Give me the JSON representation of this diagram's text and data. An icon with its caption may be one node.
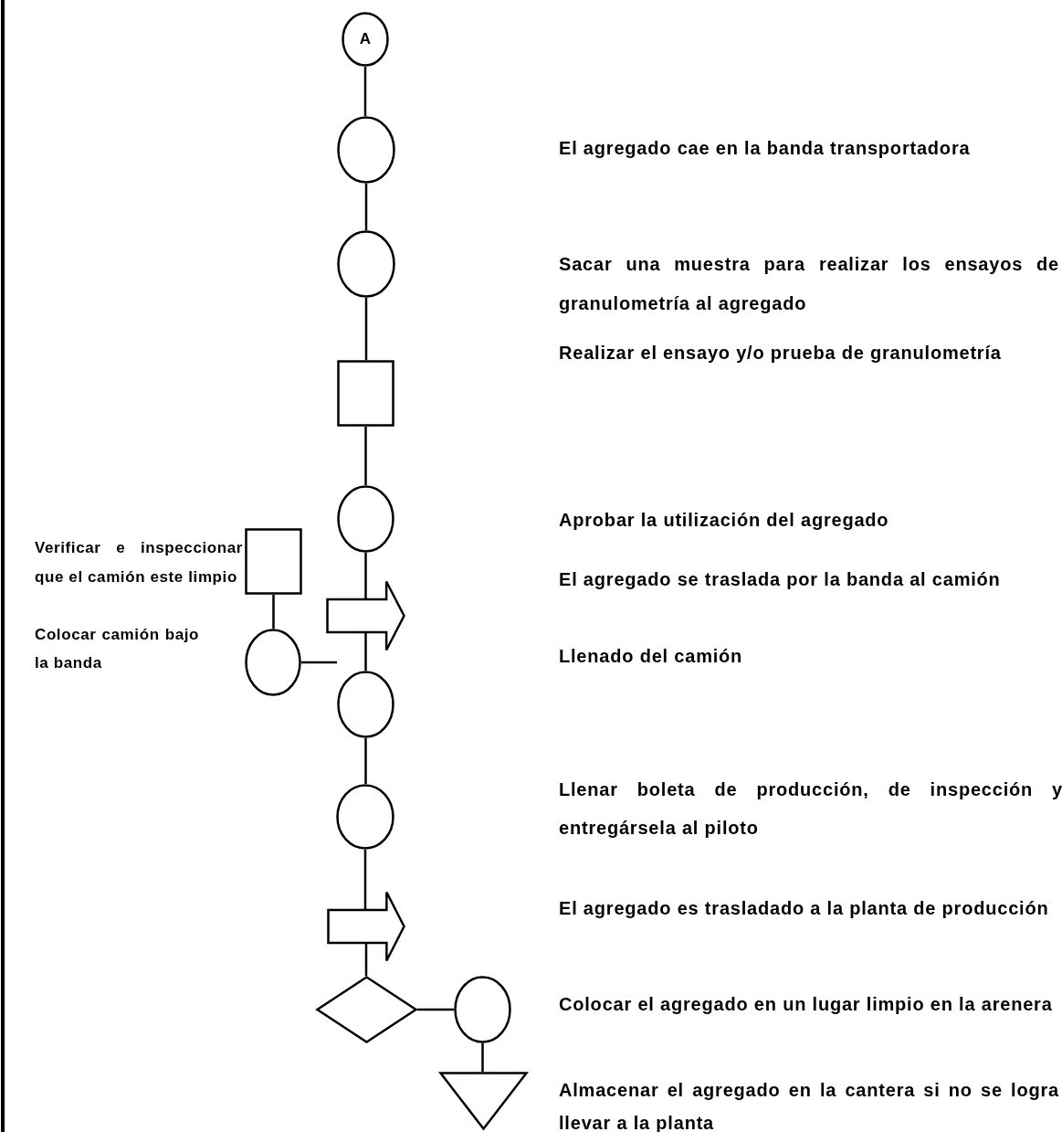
{
  "diagram": {
    "nodes": [
      {
        "text": [
          "A"
        ]
      },
      {
        "text": [],
        "shape": "circle"
      },
      {
        "text": [],
        "shape": "circle"
      },
      {
        "text": [],
        "shape": "box"
      },
      {
        "text": [],
        "shape": "circle"
      },
      {
        "text": [],
        "shape": "box",
        "beside": [
          "Verificar e inspeccionar que el camión este limpio"
        ]
      },
      {
        "text": [],
        "shape": "circle",
        "beside": [
          "Colocar camión bajo la banda"
        ]
      },
      {
        "text": [],
        "shape": "arrow"
      },
      {
        "text": [],
        "shape": "circle"
      },
      {
        "text": [],
        "shape": "circle"
      },
      {
        "text": [],
        "shape": "arrow"
      },
      {
        "text": [],
        "shape": "diamond"
      },
      {
        "text": [],
        "shape": "circle",
        "beside": [
          "Colocar el agregado en un lugar limpio en la arenera"
        ]
      },
      {
        "text": [],
        "shape": "triangle",
        "beside": [
          "Almacenar el agregado en la cantera si no se logra llevar a la planta"
        ]
      }
    ],
    "edges": [
      {
        "from": 0,
        "to": 1,
        "arrow": "none"
      },
      {
        "from": 1,
        "to": 2,
        "arrow": "none"
      },
      {
        "from": 2,
        "to": 3,
        "arrow": "none"
      },
      {
        "from": 3,
        "to": 4,
        "arrow": "none"
      },
      {
        "from": 4,
        "to": 7,
        "arrow": "none"
      },
      {
        "from": 7,
        "to": 8,
        "arrow": "none"
      },
      {
        "from": 5,
        "to": 6,
        "arrow": "none"
      },
      {
        "from": 6,
        "to": 8,
        "arrow": "none"
      },
      {
        "from": 8,
        "to": 9,
        "arrow": "none"
      },
      {
        "from": 9,
        "to": 10,
        "arrow": "none"
      },
      {
        "from": 10,
        "to": 11,
        "arrow": "none"
      },
      {
        "from": 11,
        "to": 12,
        "arrow": "none"
      },
      {
        "from": 12,
        "to": 13,
        "arrow": "none"
      }
    ],
    "labels": [
      "El agregado cae en la banda transportadora",
      "Sacar una muestra para realizar los ensayos de granulometría al agregado",
      "Realizar el ensayo  y/o prueba de granulometría",
      "Aprobar la utilización del agregado",
      "El agregado se traslada por la banda al camión",
      "Llenado del camión",
      "Llenar boleta de producción, de inspección y entregársela al piloto",
      "El agregado es trasladado a la planta de producción"
    ]
  }
}
